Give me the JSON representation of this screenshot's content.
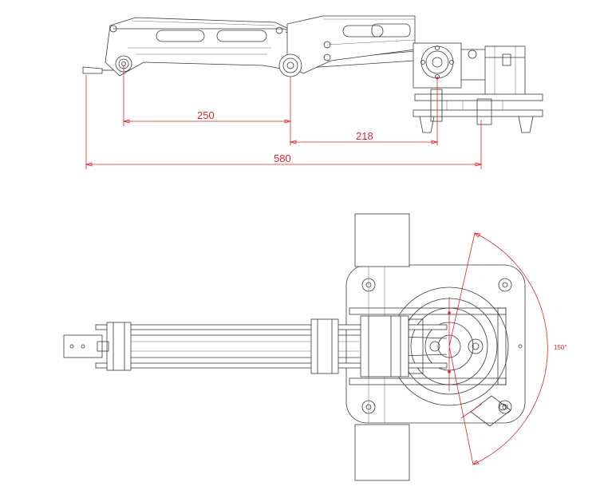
{
  "dimensions": {
    "upper_arm": "250",
    "forearm": "218",
    "total_reach": "580",
    "rotation_angle": "150°"
  },
  "colors": {
    "line": "#3a3a3a",
    "dimension": "#d8282e",
    "background": "#ffffff"
  }
}
